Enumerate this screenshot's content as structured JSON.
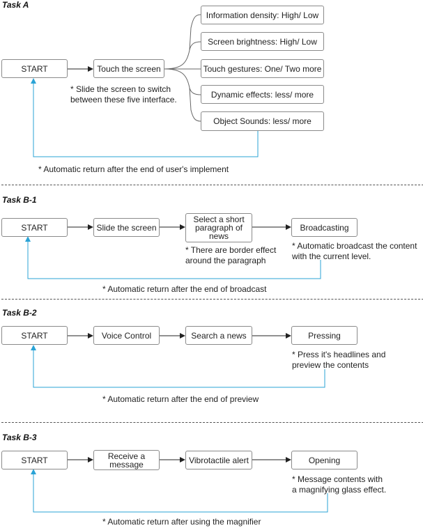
{
  "task_a": {
    "title": "Task A",
    "start": "START",
    "touch": "Touch the screen",
    "options": [
      "Information density: High/ Low",
      "Screen brightness: High/ Low",
      "Touch gestures: One/ Two more",
      "Dynamic effects: less/ more",
      "Object Sounds: less/ more"
    ],
    "note_slide": "* Slide the screen to switch\n  between these five interface.",
    "note_return": "* Automatic return after the end of user's implement"
  },
  "task_b1": {
    "title": "Task B-1",
    "start": "START",
    "slide": "Slide the screen",
    "select": "Select a short\nparagraph of\nnews",
    "broadcast": "Broadcasting",
    "note_border": "* There are border effect\n  around the paragraph",
    "note_broadcast": "* Automatic broadcast the content\n  with the current level.",
    "note_return": "* Automatic return after the end of broadcast"
  },
  "task_b2": {
    "title": "Task B-2",
    "start": "START",
    "voice": "Voice Control",
    "search": "Search a news",
    "pressing": "Pressing",
    "note_press": "* Press it's headlines and\n  preview the contents",
    "note_return": "* Automatic return after the end of preview"
  },
  "task_b3": {
    "title": "Task B-3",
    "start": "START",
    "receive": "Receive a\nmessage",
    "alert": "Vibrotactile alert",
    "opening": "Opening",
    "note_message": "* Message contents with\n  a magnifying glass effect.",
    "note_return": "* Automatic return after using the magnifier"
  },
  "colors": {
    "return_line": "#2aa3d6",
    "arrow": "#222222",
    "box_border": "#8a8a8a"
  }
}
